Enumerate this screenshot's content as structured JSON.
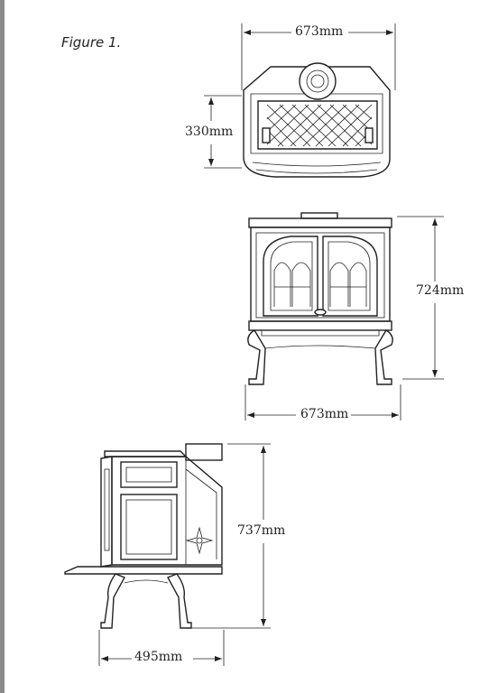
{
  "figure": {
    "title": "Figure 1."
  },
  "top_view": {
    "width_label": "673mm",
    "depth_label": "330mm"
  },
  "front_view": {
    "height_label": "724mm",
    "width_label": "673mm"
  },
  "side_view": {
    "height_label": "737mm",
    "depth_label": "495mm"
  },
  "colors": {
    "line": "#222222",
    "page": "#ffffff",
    "border": "#8a8a8a"
  }
}
